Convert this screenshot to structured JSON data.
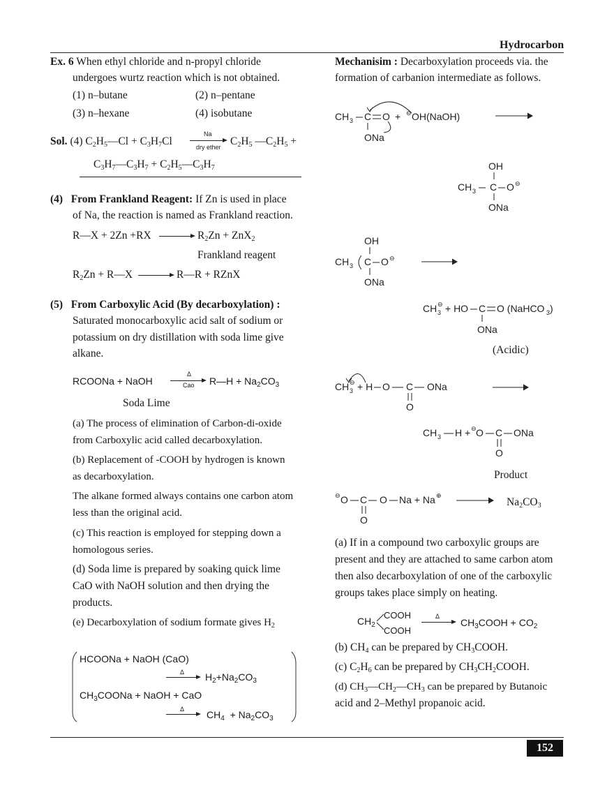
{
  "header": {
    "title": "Hydrocarbon",
    "page_number": "152"
  },
  "left": {
    "ex6": {
      "label": "Ex. 6",
      "q1": "When ethyl chloride and n-propyl chloride",
      "q2": "undergoes wurtz reaction which is not obtained.",
      "opt1": "(1) n–butane",
      "opt2": "(2) n–pentane",
      "opt3": "(3) n–hexane",
      "opt4": "(4) isobutane",
      "sol_label": "Sol.",
      "sol_prefix": "(4)",
      "arrow_top": "Na",
      "arrow_bottom": "dry ether"
    },
    "frankland": {
      "num": "(4)",
      "title": "From Frankland Reagent:",
      "text1": "If Zn is used in place",
      "text2": "of Na, the reaction is named as Frankland reaction.",
      "label": "Frankland reagent"
    },
    "carboxylic": {
      "num": "(5)",
      "title": "From Carboxylic Acid (By decarboxylation) :",
      "p1": "Saturated monocarboxylic acid salt of sodium or",
      "p2": "potassium on dry distillation with soda lime give",
      "p3": "alkane.",
      "arrow_top": "Δ",
      "arrow_bottom": "Cao",
      "soda": "Soda Lime",
      "a1": "(a)   The process of elimination of Carbon-di-oxide",
      "a2": "from Carboxylic acid called decarboxylation.",
      "b1": "(b)   Replacement of -COOH by hydrogen is known",
      "b2": "as decarboxylation.",
      "n1": "The alkane formed always contains one carbon atom",
      "n2": "less than the original acid.",
      "c1": "(c)   This reaction is employed for stepping down a",
      "c2": "homologous series.",
      "d1": "(d)   Soda lime is prepared by soaking quick lime",
      "d2": "CaO with NaOH solution and then drying the",
      "d3": "products.",
      "e1": "(e)   Decarboxylation of sodium formate gives H"
    },
    "box": {
      "l1": "HCOONa + NaOH (CaO)",
      "delta": "Δ"
    }
  },
  "right": {
    "mech_label": "Mechanisim :",
    "mech1": "Decarboxylation proceeds via. the",
    "mech2": "formation of carbanion intermediate as follows.",
    "acidic": "(Acidic)",
    "product": "Product",
    "a1": "(a) If in a compound two carboxylic groups are",
    "a2": "present and they are attached to same carbon atom",
    "a3": "then also decarboxylation of one of the carboxylic",
    "a4": "groups takes place simply on heating.",
    "delta": "Δ",
    "d2": "acid and 2–Methyl propanoic acid."
  }
}
